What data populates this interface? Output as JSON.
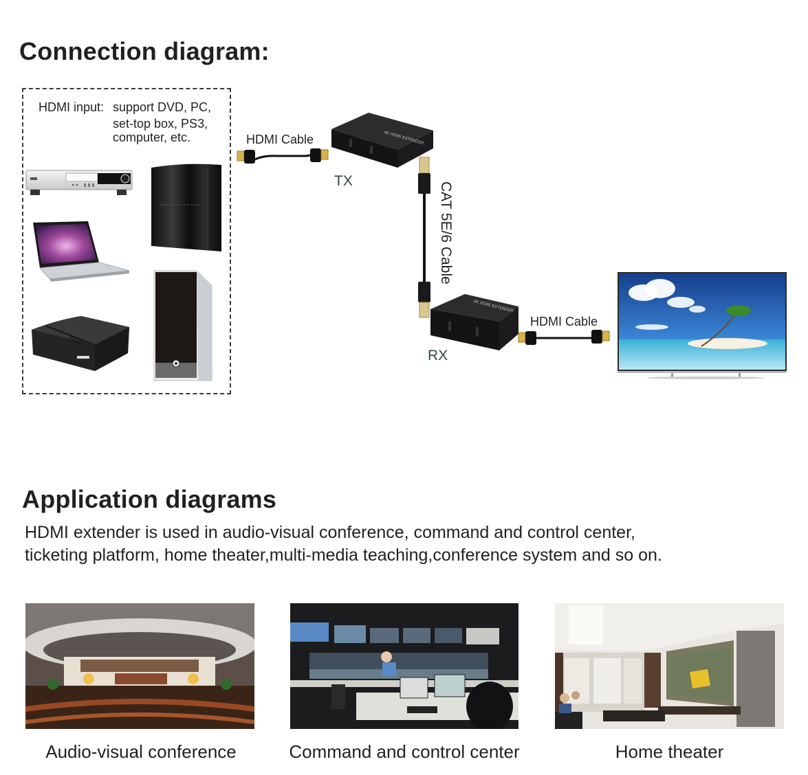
{
  "connection": {
    "title": "Connection diagram:",
    "input_box": {
      "label": "HDMI input:",
      "lines": [
        "support DVD, PC,",
        "set-top box, PS3,",
        "computer, etc."
      ],
      "devices": [
        "dvd-player",
        "ps3-console",
        "laptop",
        "set-top-box",
        "desktop-computer"
      ]
    },
    "cable_1_label": "HDMI Cable",
    "tx_label": "TX",
    "cat_cable_label": "CAT 5E/6 Cable",
    "rx_label": "RX",
    "cable_2_label": "HDMI Cable",
    "display": "tv"
  },
  "application": {
    "title": "Application diagrams",
    "description_lines": [
      "HDMI extender is used in audio-visual conference, command and control center,",
      "ticketing platform, home theater,multi-media teaching,conference system and so on."
    ],
    "scenes": [
      {
        "caption": "Audio-visual conference"
      },
      {
        "caption": "Command and control center"
      },
      {
        "caption": "Home theater"
      }
    ]
  },
  "colors": {
    "text": "#231f20",
    "txrx_text": "#2e4a3d",
    "device_black": "#1c1c1e",
    "hdmi_gold": "#d8b24a",
    "sky_blue": "#1f5fb4",
    "sea_cyan": "#7fd0e8"
  }
}
